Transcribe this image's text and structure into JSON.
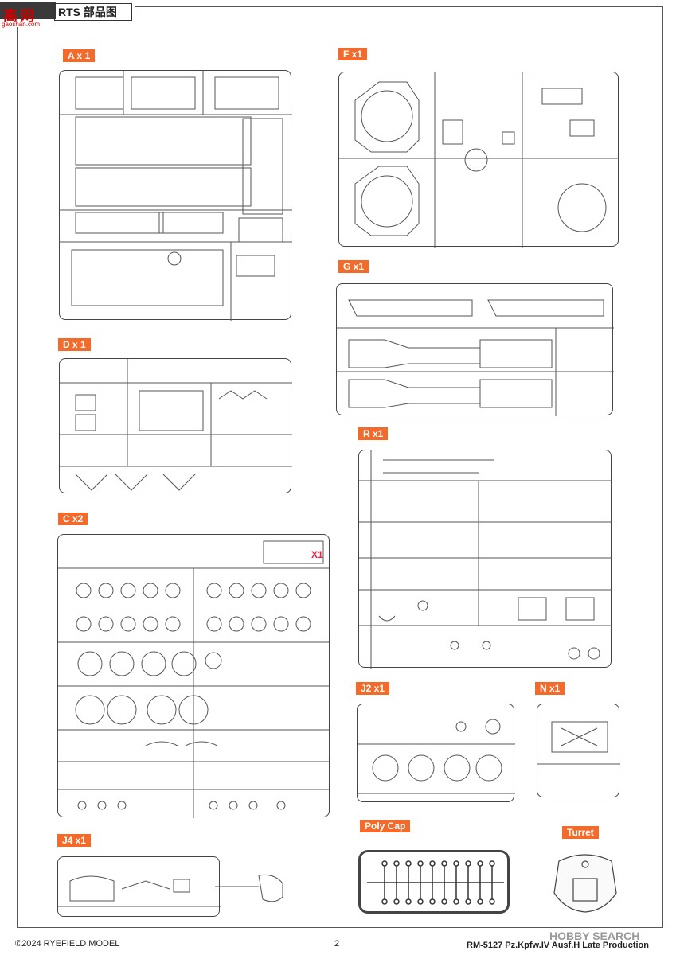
{
  "header": {
    "logo": "高 网",
    "logo_sub": "gaoshan.com",
    "title": "RTS 部品图"
  },
  "parts": [
    {
      "label": "A x 1"
    },
    {
      "label": "F x1"
    },
    {
      "label": "G x1"
    },
    {
      "label": "D x 1"
    },
    {
      "label": "R x1"
    },
    {
      "label": "C x2"
    },
    {
      "label": "J2 x1"
    },
    {
      "label": "N x1"
    },
    {
      "label": "J4 x1"
    },
    {
      "label": "Poly Cap"
    },
    {
      "label": "Turret"
    }
  ],
  "c_inset_label": "X1",
  "footer": {
    "copyright": "©2024 RYEFIELD MODEL",
    "page": "2",
    "product": "RM-5127 Pz.Kpfw.IV Ausf.H Late Production",
    "watermark": "HOBBY SEARCH"
  }
}
